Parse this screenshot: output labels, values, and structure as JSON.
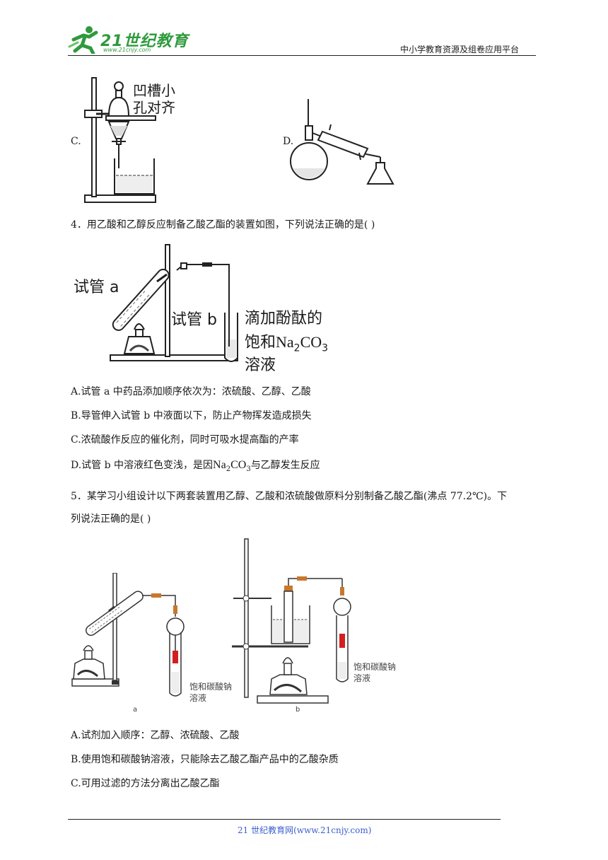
{
  "header": {
    "logo_main": "21世纪教育",
    "logo_url": "www.21cnjy.com",
    "platform": "中小学教育资源及组卷应用平台"
  },
  "q3": {
    "option_c": {
      "letter": "C.",
      "label_line1": "凹槽小",
      "label_line2": "孔对齐"
    },
    "option_d": {
      "letter": "D."
    }
  },
  "q4": {
    "stem": "4．用乙酸和乙醇反应制备乙酸乙酯的装置如图，下列说法正确的是(      )",
    "figure": {
      "tube_a": "试管 a",
      "tube_b": "试管 b",
      "reagent_line1": "滴加酚酞的",
      "reagent_line2_prefix": "饱和",
      "reagent_line3": "溶液"
    },
    "formula": {
      "na": "Na",
      "sub2": "2",
      "co": "CO",
      "sub3": "3"
    },
    "options": {
      "a": "A.试管 a 中药品添加顺序依次为：浓硫酸、乙醇、乙酸",
      "b": "B.导管伸入试管 b 中液面以下，防止产物挥发造成损失",
      "c": "C.浓硫酸作反应的催化剂，同时可吸水提高酯的产率",
      "d_prefix": "D.试管 b 中溶液红色变浅，是因",
      "d_suffix": "与乙醇发生反应"
    }
  },
  "q5": {
    "stem_line1": "5．某学习小组设计以下两套装置用乙醇、乙酸和浓硫酸做原料分别制备乙酸乙酯(沸点 77.2℃)。下",
    "stem_line2": "列说法正确的是(      )",
    "figure": {
      "label_a_line1": "饱和碳酸钠",
      "label_a_line2": "溶液",
      "label_b_line1": "饱和碳酸钠",
      "label_b_line2": "溶液",
      "caption_a": "a",
      "caption_b": "b"
    },
    "options": {
      "a": "A.试剂加入顺序：乙醇、浓硫酸、乙酸",
      "b": "B.使用饱和碳酸钠溶液，只能除去乙酸乙酯产品中的乙酸杂质",
      "c": "C.可用过滤的方法分离出乙酸乙酯"
    }
  },
  "footer": {
    "text": "21 世纪教育网(www.21cnjy.com)"
  },
  "colors": {
    "logo_green": "#2f9a3e",
    "footer_blue": "#3a5fcd",
    "rubber": "#c8782c",
    "red_liquid": "#d02020"
  }
}
